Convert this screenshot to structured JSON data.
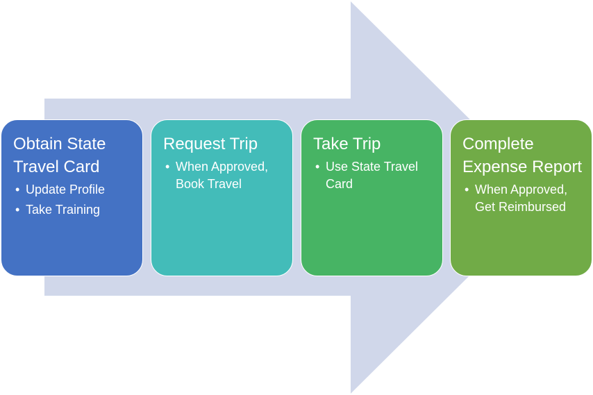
{
  "colors": {
    "arrow": "#d0d7ea",
    "step_obtain": "#4472c4",
    "step_request": "#43bcb9",
    "step_trip": "#47b464",
    "step_report": "#71ab47",
    "text": "#ffffff"
  },
  "steps": [
    {
      "title": "Obtain State Travel Card",
      "color_key": "step_obtain",
      "bullets": [
        "Update Profile",
        "Take Training"
      ]
    },
    {
      "title": "Request Trip",
      "color_key": "step_request",
      "bullets": [
        "When Approved, Book Travel"
      ]
    },
    {
      "title": "Take Trip",
      "color_key": "step_trip",
      "bullets": [
        "Use State Travel Card"
      ]
    },
    {
      "title": "Complete Expense Report",
      "color_key": "step_report",
      "bullets": [
        "When Approved, Get Reimbursed"
      ]
    }
  ]
}
